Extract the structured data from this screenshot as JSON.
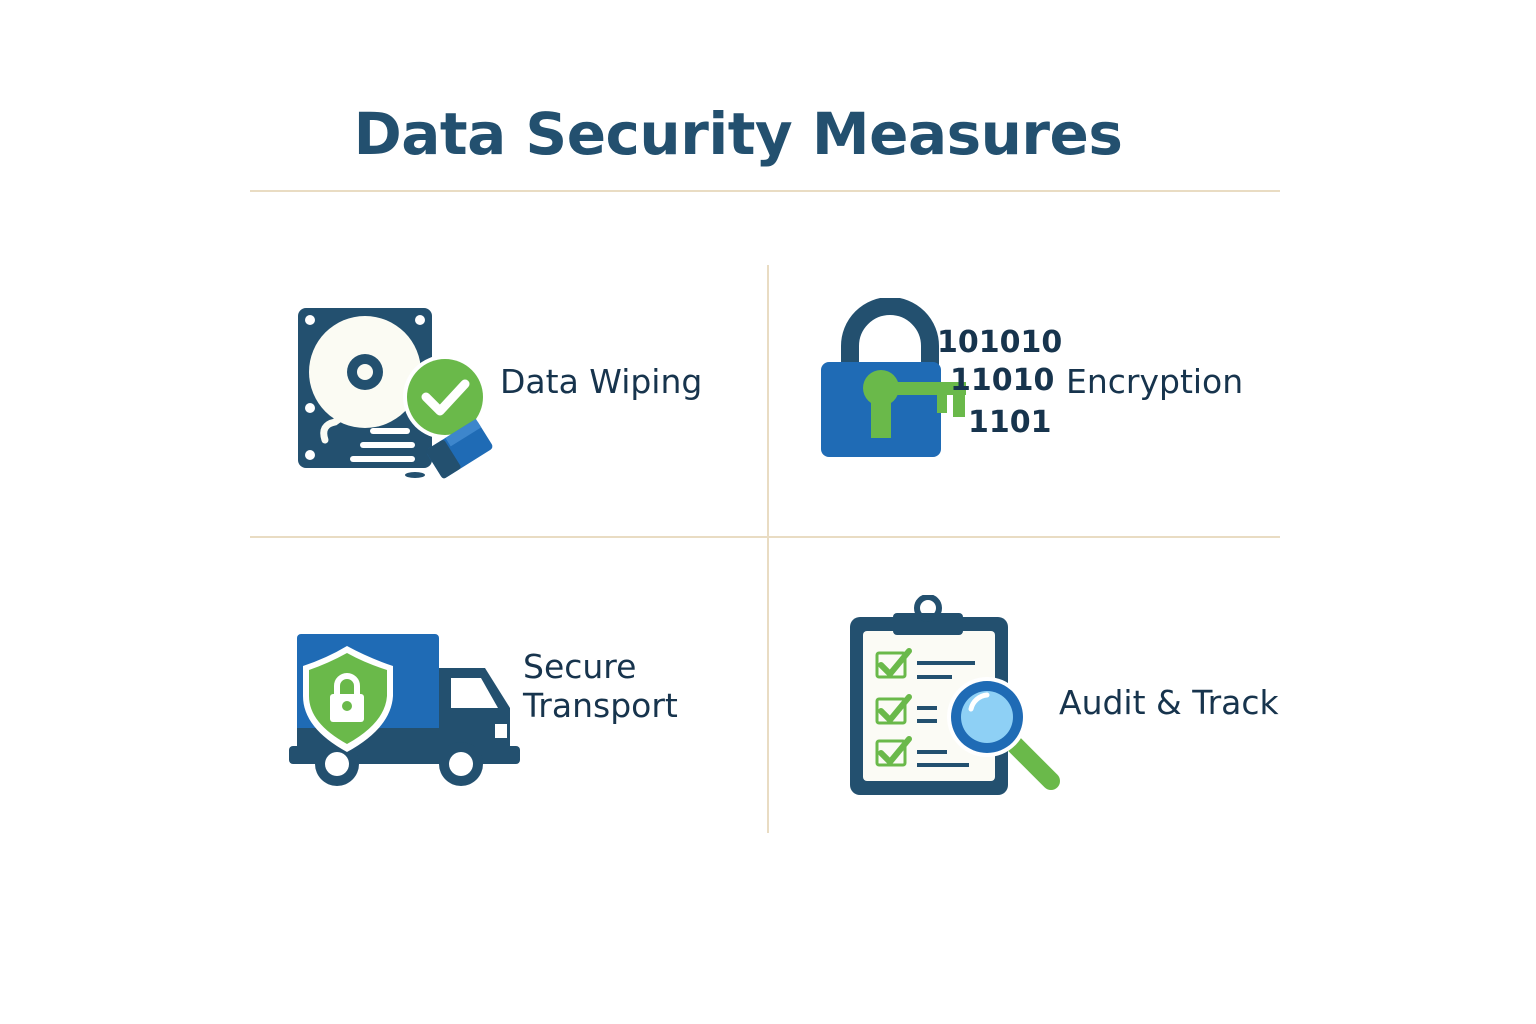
{
  "title": "Data Security Measures",
  "measures": [
    {
      "label": "Data Wiping",
      "icon": "hard-drive-eraser-icon"
    },
    {
      "label": "Encryption",
      "icon": "padlock-key-icon",
      "binary": [
        "101010",
        "11010",
        "1101"
      ]
    },
    {
      "label_lines": [
        "Secure",
        "Transport"
      ],
      "icon": "shield-truck-icon"
    },
    {
      "label": "Audit & Track",
      "icon": "clipboard-magnifier-icon"
    }
  ],
  "colors": {
    "navy": "#23506f",
    "blue": "#1f6bb5",
    "green": "#6ab94a",
    "divider": "#e9dcc3",
    "text": "#17344d"
  }
}
